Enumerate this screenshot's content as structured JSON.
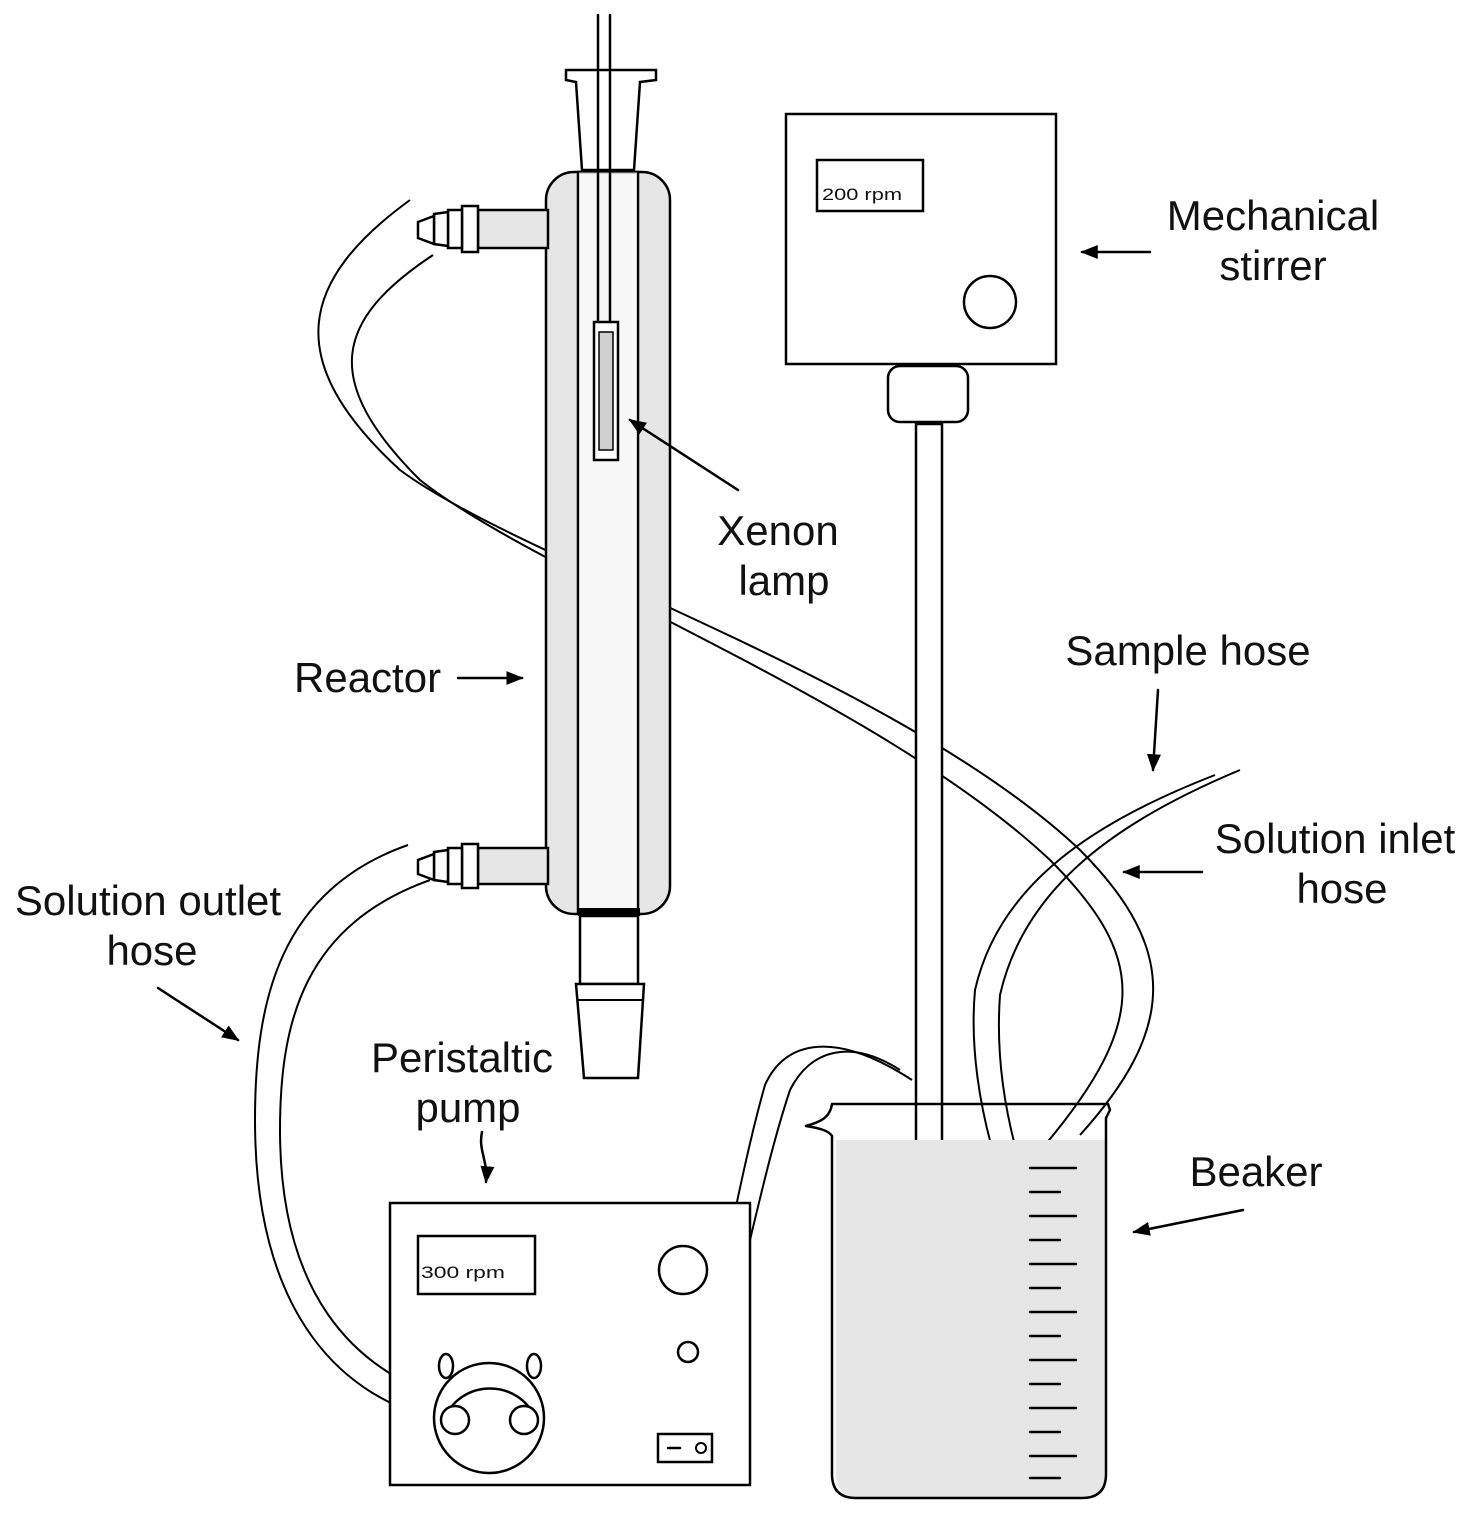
{
  "labels": {
    "mechanical_stirrer": [
      "Mechanical",
      "stirrer"
    ],
    "xenon_lamp": [
      "Xenon",
      "lamp"
    ],
    "reactor": "Reactor",
    "sample_hose": "Sample hose",
    "solution_inlet_hose": [
      "Solution inlet",
      "hose"
    ],
    "solution_outlet_hose": [
      "Solution outlet",
      "hose"
    ],
    "peristaltic_pump": [
      "Peristaltic",
      "pump"
    ],
    "beaker": "Beaker"
  },
  "displays": {
    "stirrer_speed": "200 rpm",
    "pump_speed": "300 rpm"
  },
  "colors": {
    "line": "#000000",
    "glass_fill": "#e6e6e6",
    "background": "#ffffff"
  }
}
